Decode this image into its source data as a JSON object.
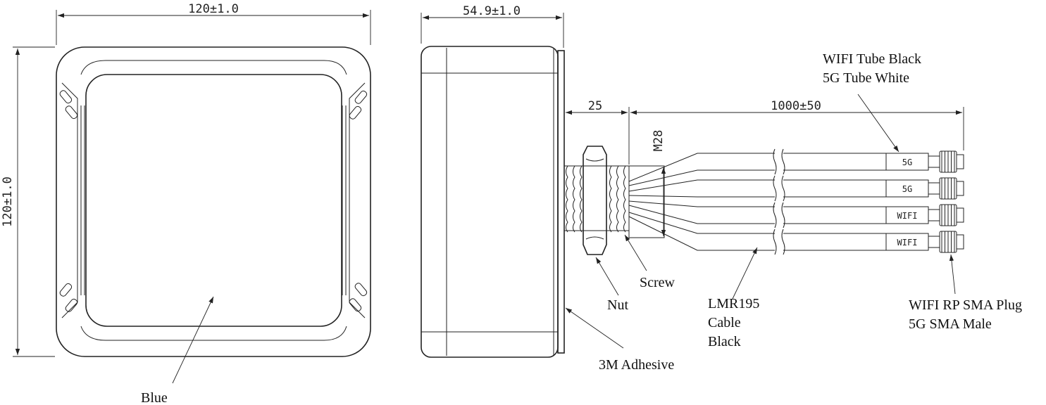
{
  "dimensions": {
    "front_width": "120±1.0",
    "front_height": "120±1.0",
    "side_depth": "54.9±1.0",
    "thread_length": "25",
    "cable_length": "1000±50",
    "thread_size": "M28"
  },
  "labels": {
    "tube_color_line1": "WIFI Tube Black",
    "tube_color_line2": "5G Tube White",
    "screw": "Screw",
    "nut": "Nut",
    "cable_line1": "LMR195",
    "cable_line2": "Cable",
    "cable_line3": "Black",
    "connector_line1": "WIFI RP SMA Plug",
    "connector_line2": "5G  SMA Male",
    "adhesive": "3M Adhesive",
    "color": "Blue"
  },
  "cable_tags": [
    "5G",
    "5G",
    "WIFI",
    "WIFI"
  ]
}
